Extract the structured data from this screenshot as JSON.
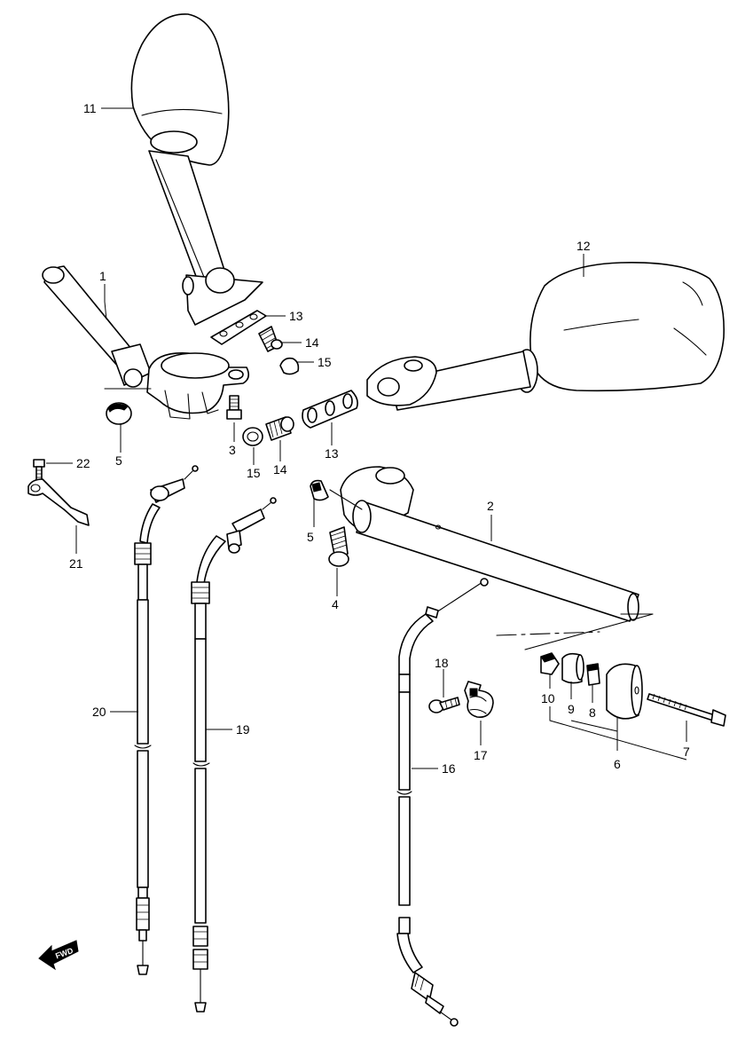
{
  "diagram": {
    "callouts": {
      "c1": "1",
      "c2": "2",
      "c3": "3",
      "c4": "4",
      "c5a": "5",
      "c5b": "5",
      "c6": "6",
      "c7": "7",
      "c8": "8",
      "c9": "9",
      "c10": "10",
      "c11": "11",
      "c12": "12",
      "c13a": "13",
      "c13b": "13",
      "c14a": "14",
      "c14b": "14",
      "c15a": "15",
      "c15b": "15",
      "c16": "16",
      "c17": "17",
      "c18": "18",
      "c19": "19",
      "c20": "20",
      "c21": "21",
      "c22": "22"
    },
    "fwd_label": "FWD"
  }
}
